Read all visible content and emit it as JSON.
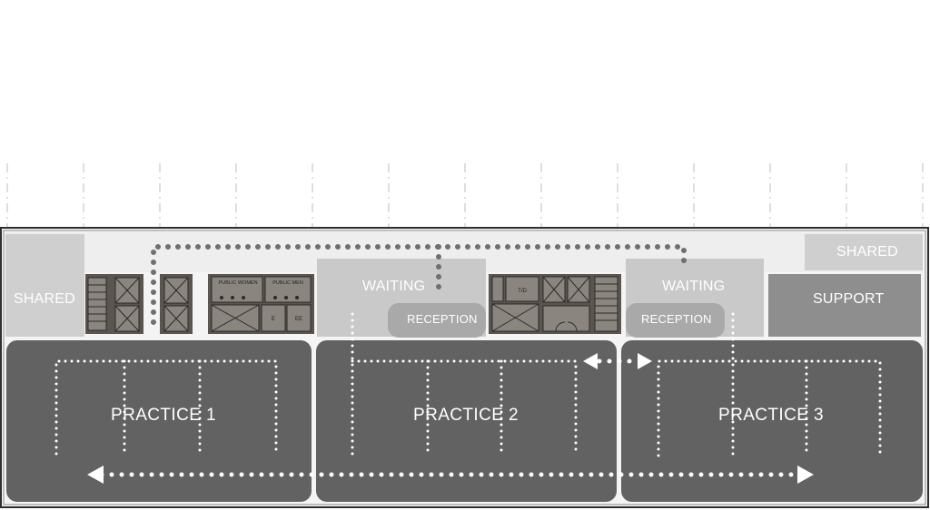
{
  "labels": {
    "shared_left": "SHARED",
    "shared_right": "SHARED",
    "support": "SUPPORT",
    "waiting_1": "WAITING",
    "waiting_2": "WAITING",
    "reception_1": "RECEPTION",
    "reception_2": "RECEPTION",
    "practice_1": "PRACTICE 1",
    "practice_2": "PRACTICE 2",
    "practice_3": "PRACTICE 3"
  },
  "core_labels": {
    "public_women": "PUBLIC WOMEN",
    "public_men": "PUBLIC MEN",
    "e": "E",
    "ee": "EE",
    "td": "T/D"
  },
  "colors": {
    "practice": "#626262",
    "shared": "#cfcfcf",
    "waiting": "#c9c9c9",
    "reception": "#a9a9a9",
    "support": "#8e8e8e",
    "corridor": "#eeeeee",
    "core": "#5a5550",
    "path": "#ffffff",
    "path_dark": "#6f6f6f"
  }
}
